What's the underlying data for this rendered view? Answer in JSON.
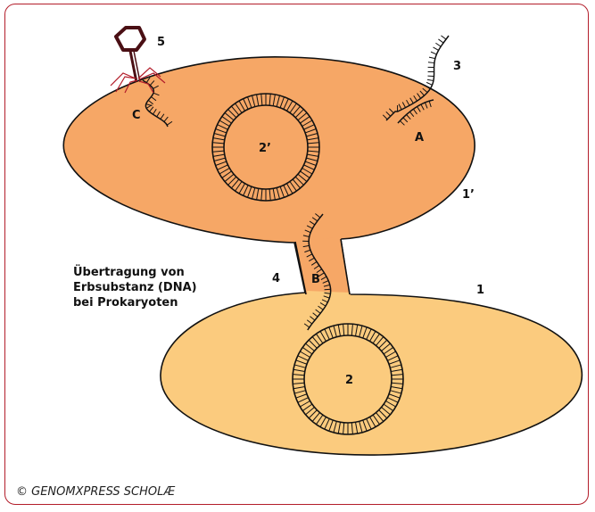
{
  "caption": {
    "line1": "Übertragung von",
    "line2": "Erbsubstanz (DNA)",
    "line3": "bei Prokaryoten"
  },
  "labels": {
    "n1": "1",
    "n1p": "1’",
    "n2": "2",
    "n2p": "2’",
    "n3": "3",
    "n4": "4",
    "n5": "5",
    "A": "A",
    "B": "B",
    "C": "C"
  },
  "credit": "© GENOMXPRESS SCHOLÆ",
  "colors": {
    "frame": "#b31d2a",
    "upper_cell": "#f6a766",
    "lower_cell": "#fbcb7e",
    "outline": "#111111",
    "phage": "#4a0f14",
    "phage_legs": "#b31d2a"
  }
}
